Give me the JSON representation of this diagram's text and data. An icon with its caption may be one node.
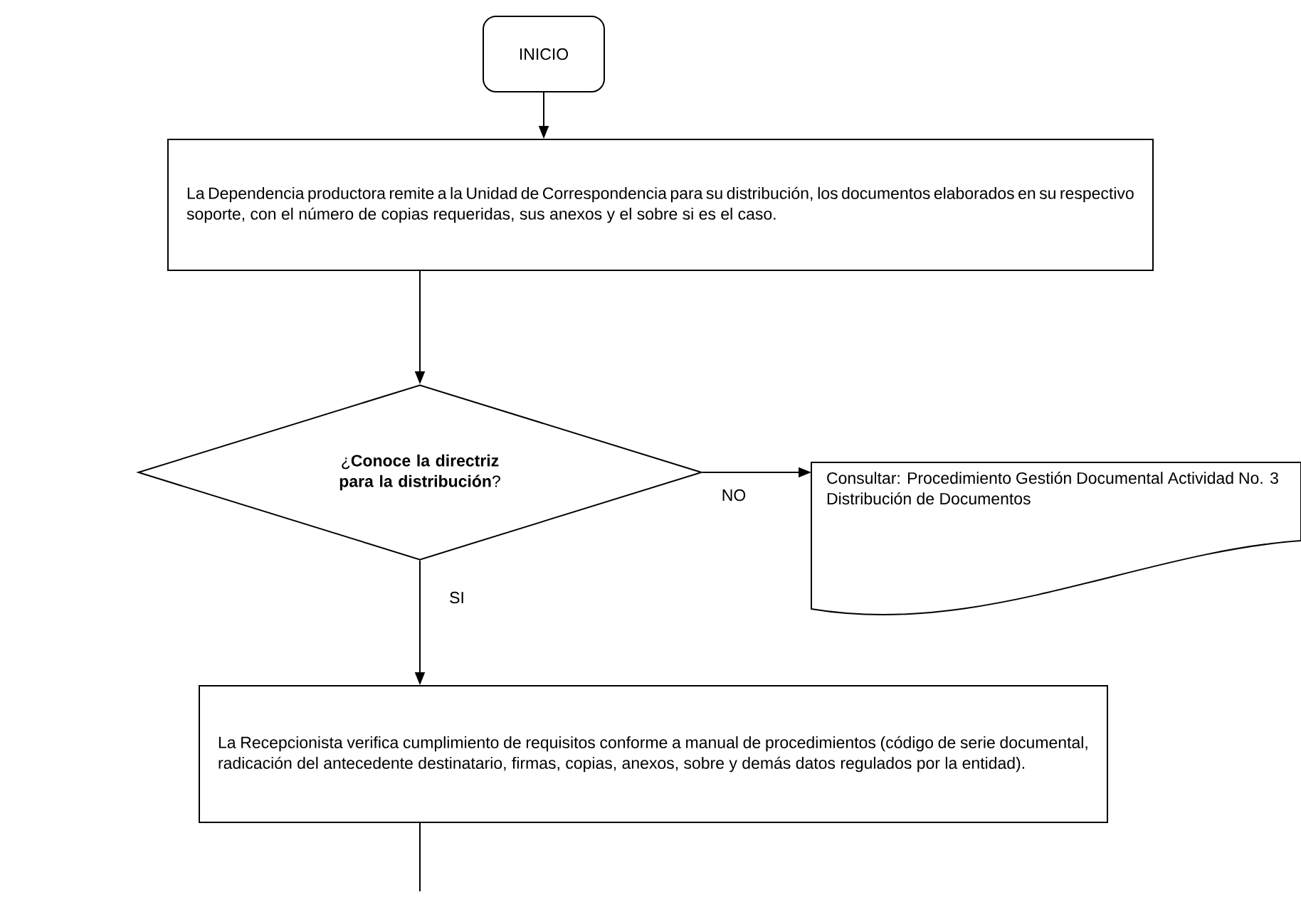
{
  "diagram": {
    "nodes": [
      {
        "text": [
          "INICIO"
        ]
      },
      {
        "text": [
          "La Dependencia productora remite a la Unidad de Correspondencia para su distribución, los documentos elaborados en su respectivo soporte, con el número de copias requeridas, sus anexos y el sobre si es el caso."
        ]
      },
      {
        "text": [
          "¿**Conoce la directriz para la distribución**?"
        ]
      },
      {
        "text": [
          "Consultar: Procedimiento Gestión Documental Actividad No. 3 Distribución de Documentos"
        ]
      },
      {
        "text": [
          "La Recepcionista verifica cumplimiento de requisitos conforme a manual de procedimientos (código de serie documental, radicación del antecedente destinatario, firmas, copias, anexos, sobre y demás datos regulados por la entidad)."
        ]
      }
    ],
    "edges": [
      {
        "from": 0,
        "to": 1,
        "arrow": "to"
      },
      {
        "from": 1,
        "to": 2,
        "arrow": "to"
      },
      {
        "from": 2,
        "to": 3,
        "arrow": "to",
        "label": "NO"
      },
      {
        "from": 2,
        "to": 4,
        "arrow": "to",
        "label": "SI"
      },
      {
        "from": 4,
        "to": null,
        "arrow": "none"
      }
    ]
  }
}
